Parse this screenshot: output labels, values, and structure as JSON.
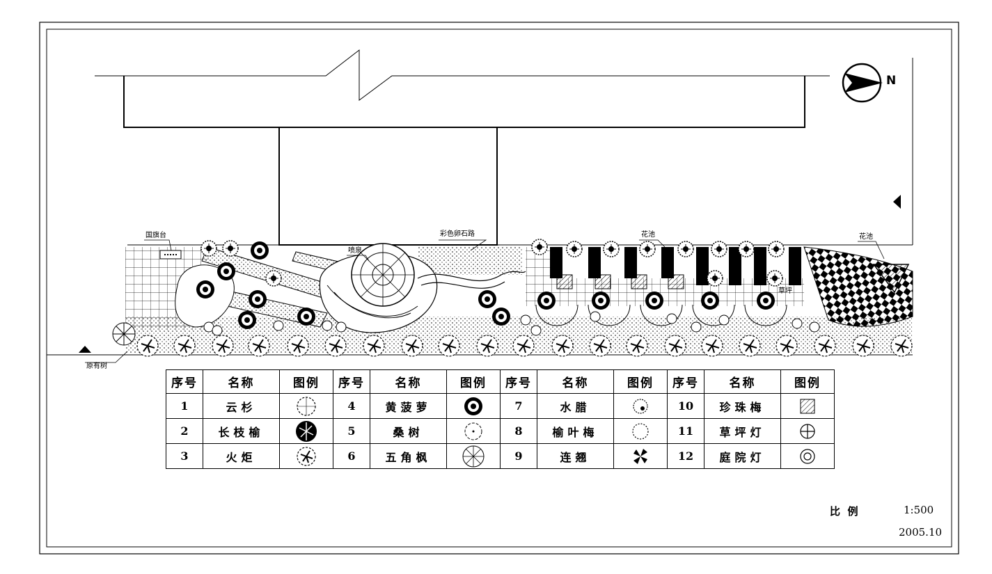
{
  "north_label": "N",
  "site_labels": {
    "flag_platform": "国旗台",
    "cobble_path": "彩色卵石路",
    "fountain": "喷泉",
    "flower_bed_1": "花池",
    "flower_bed_2": "花池",
    "lawn": "草坪",
    "existing_tree": "原有树"
  },
  "legend": {
    "headers": {
      "num": "序号",
      "name": "名称",
      "symbol": "图例"
    },
    "items": [
      {
        "num": "1",
        "name": "云杉",
        "icon": "spruce-icon"
      },
      {
        "num": "2",
        "name": "长枝榆",
        "icon": "elm-icon"
      },
      {
        "num": "3",
        "name": "火炬",
        "icon": "torch-tree-icon"
      },
      {
        "num": "4",
        "name": "黄菠萝",
        "icon": "amur-cork-icon"
      },
      {
        "num": "5",
        "name": "桑树",
        "icon": "mulberry-icon"
      },
      {
        "num": "6",
        "name": "五角枫",
        "icon": "maple-icon"
      },
      {
        "num": "7",
        "name": "水腊",
        "icon": "privet-icon"
      },
      {
        "num": "8",
        "name": "榆叶梅",
        "icon": "flowering-almond-icon"
      },
      {
        "num": "9",
        "name": "连翘",
        "icon": "forsythia-icon"
      },
      {
        "num": "10",
        "name": "珍珠梅",
        "icon": "sorbaria-icon"
      },
      {
        "num": "11",
        "name": "草坪灯",
        "icon": "lawn-lamp-icon"
      },
      {
        "num": "12",
        "name": "庭院灯",
        "icon": "garden-lamp-icon"
      }
    ]
  },
  "scale": {
    "label": "比  例",
    "value": "1:500",
    "date": "2005.10"
  }
}
